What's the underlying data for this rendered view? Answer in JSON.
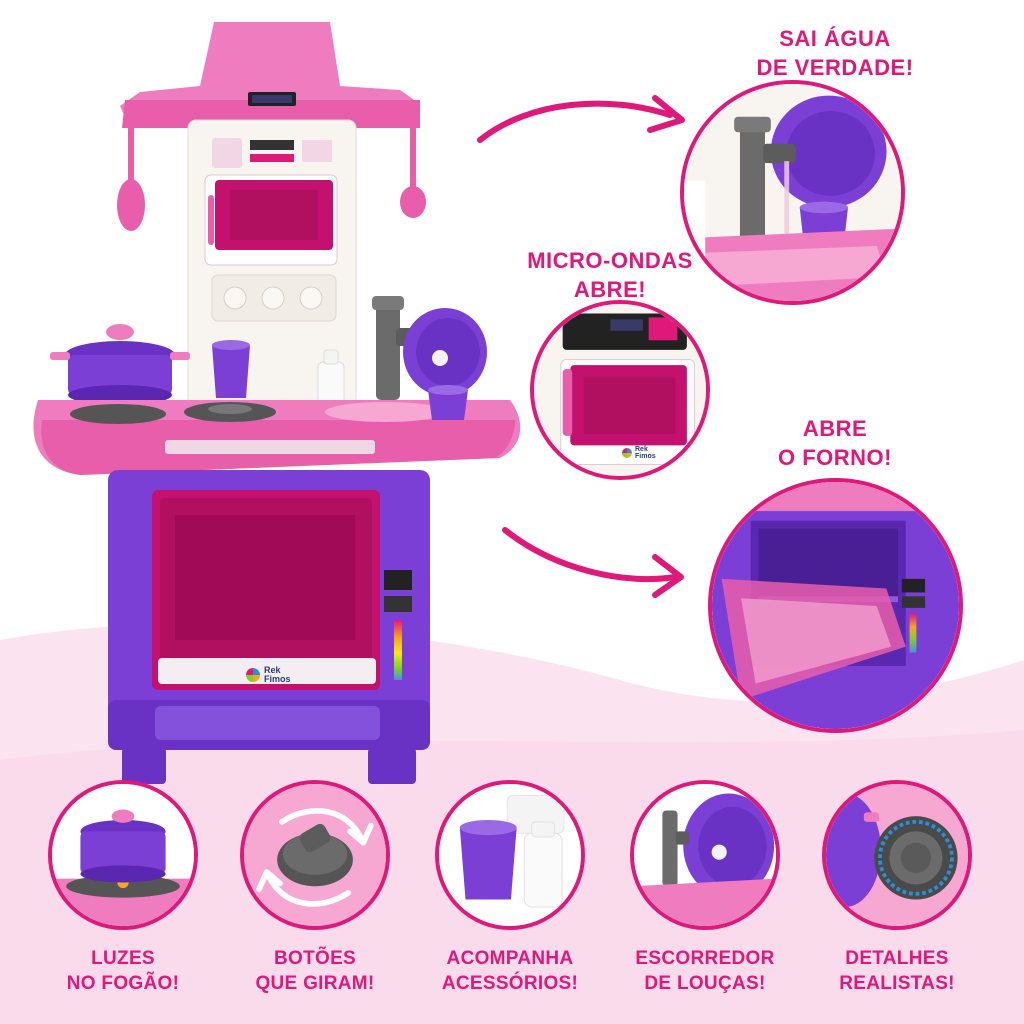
{
  "callouts": {
    "water": {
      "line1": "SAI ÁGUA",
      "line2": "DE VERDADE!"
    },
    "microwave": {
      "line1": "MICRO-ONDAS",
      "line2": "ABRE!"
    },
    "oven": {
      "line1": "ABRE",
      "line2": "O FORNO!"
    }
  },
  "captions": [
    {
      "line1": "LUZES",
      "line2": "NO FOGÃO!"
    },
    {
      "line1": "BOTÕES",
      "line2": "QUE GIRAM!"
    },
    {
      "line1": "ACOMPANHA",
      "line2": "ACESSÓRIOS!"
    },
    {
      "line1": "ESCORREDOR",
      "line2": "DE LOUÇAS!"
    },
    {
      "line1": "DETALHES",
      "line2": "REALISTAS!"
    }
  ],
  "brand": {
    "line1": "Rek",
    "line2": "Fimos"
  },
  "colors": {
    "accent": "#e0187a",
    "pink": "#f07cc0",
    "hot_pink": "#d6247f",
    "purple": "#7b3fd6",
    "dark_purple": "#5a27b0",
    "grey": "#6b6b6b",
    "cream": "#f8f4f0"
  },
  "icons": {
    "arrow": "curved-arrow-icon",
    "rotate": "rotate-arrows-icon"
  }
}
